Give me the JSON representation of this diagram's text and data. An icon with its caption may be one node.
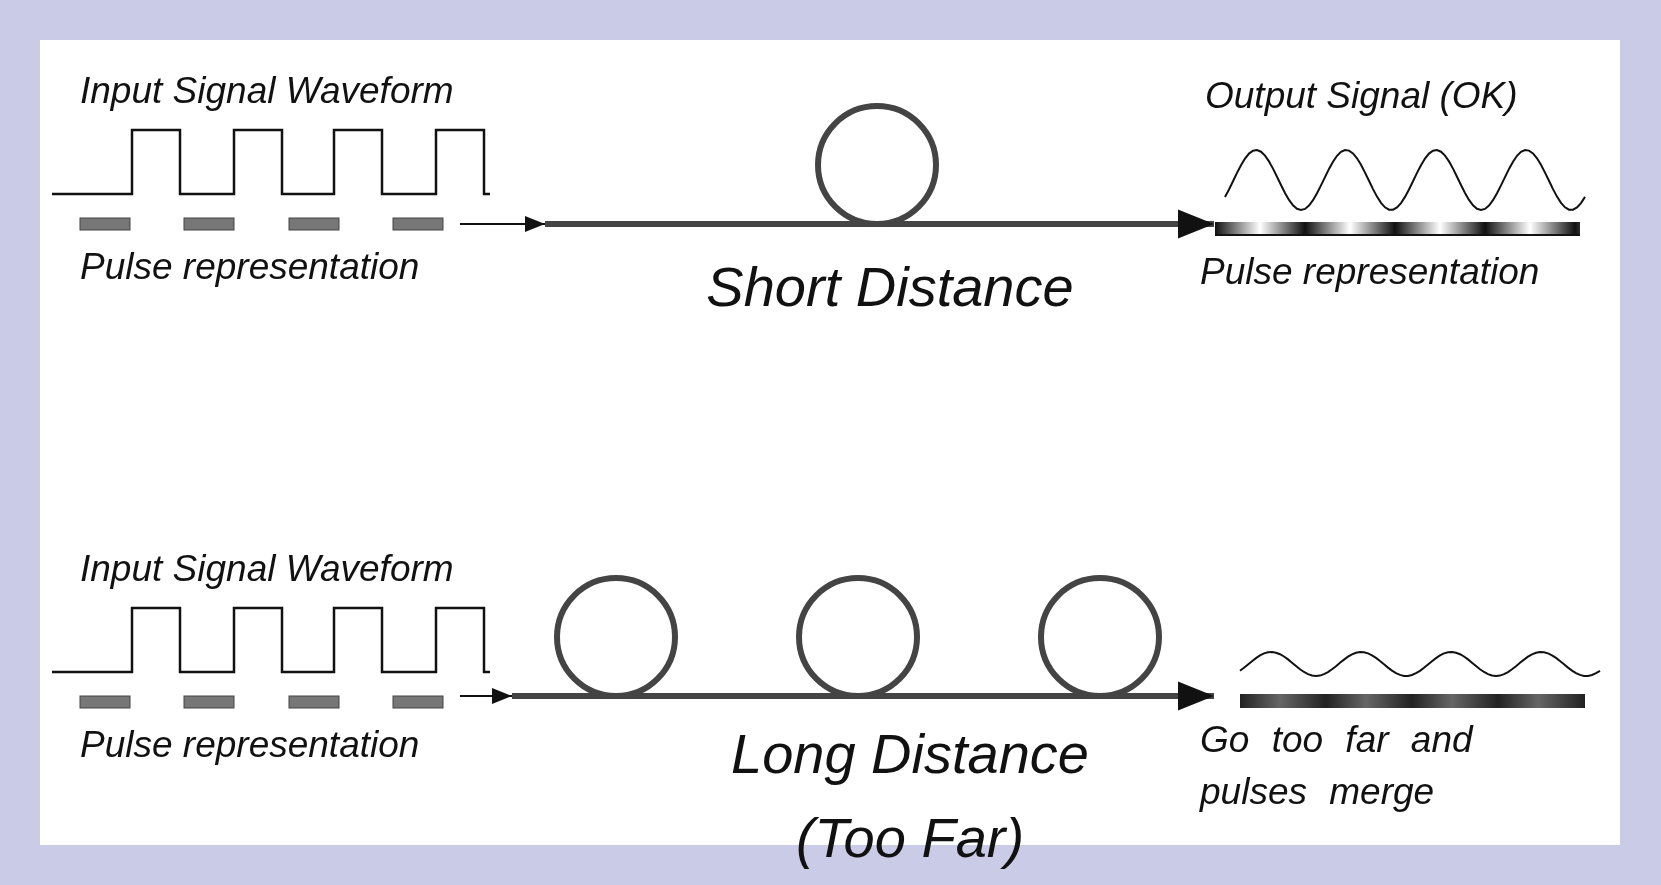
{
  "diagram": {
    "nodes": [
      {
        "text": [
          "Input Signal Waveform",
          "Pulse representation"
        ]
      },
      {
        "text": [],
        "shape": "circle",
        "beside": [
          "Short Distance"
        ]
      },
      {
        "text": [
          "Output Signal (OK)",
          "Pulse representation"
        ]
      },
      {
        "text": [
          "Input Signal Waveform",
          "Pulse representation"
        ]
      },
      {
        "text": [],
        "shape": "circle",
        "beside": [
          "Long Distance (Too Far)"
        ]
      },
      {
        "text": [
          "Go too far and pulses merge"
        ]
      }
    ],
    "edges": [
      {
        "from": 0,
        "to": 1,
        "arrow": "to"
      },
      {
        "from": 1,
        "to": 2,
        "arrow": "to",
        "style": "thick"
      },
      {
        "from": 3,
        "to": 4,
        "arrow": "to"
      },
      {
        "from": 4,
        "to": 5,
        "arrow": "to",
        "style": "thick"
      }
    ]
  }
}
